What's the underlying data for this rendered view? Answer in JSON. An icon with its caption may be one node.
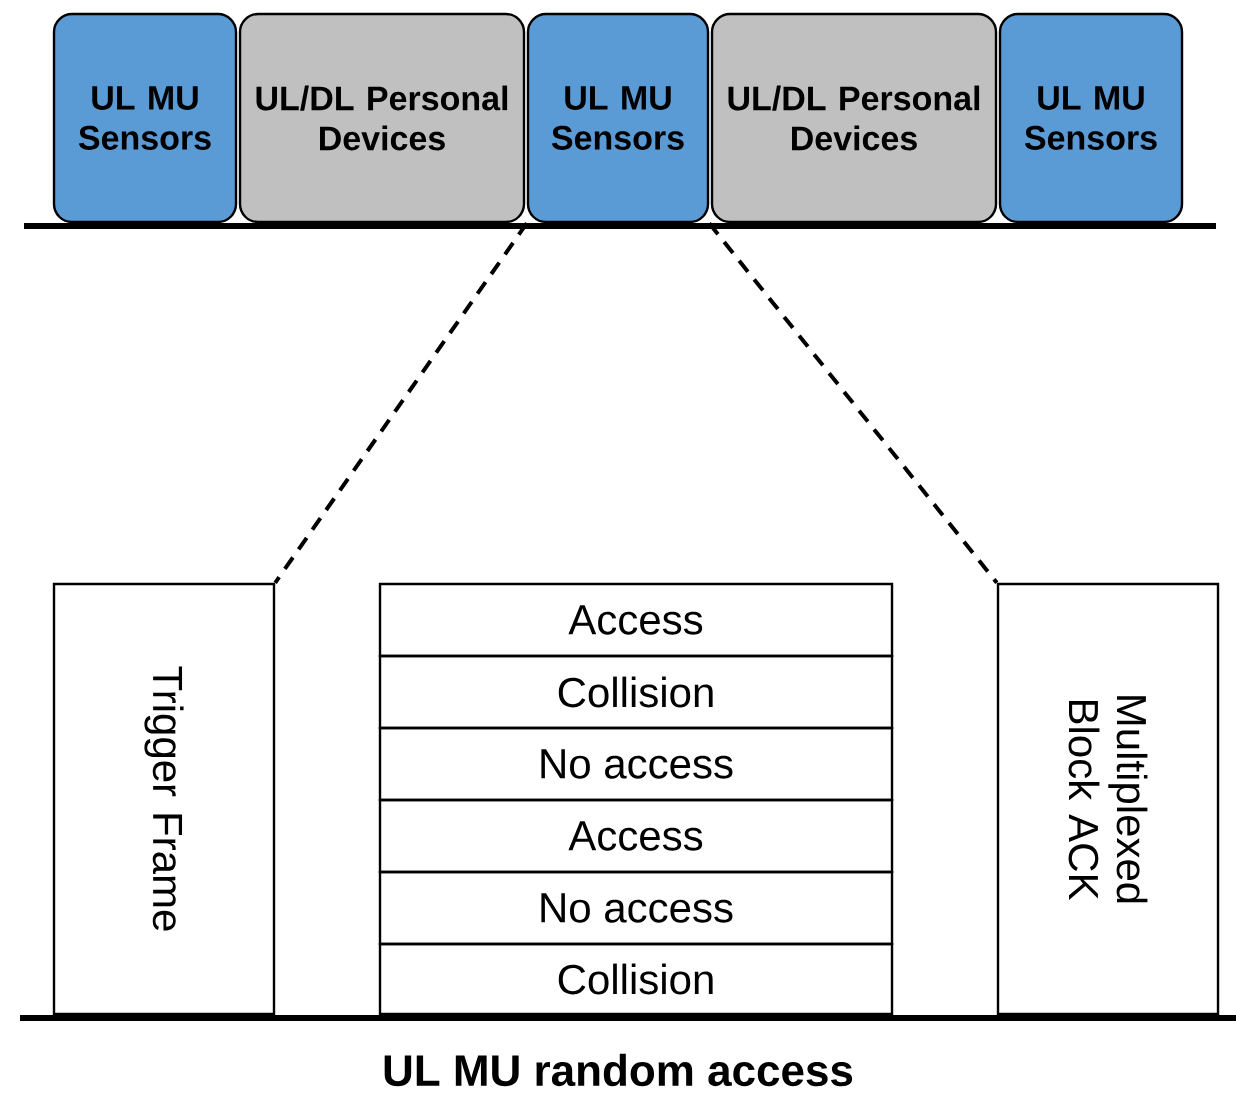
{
  "diagram": {
    "caption": "UL MU random access",
    "nodes": [
      {
        "text": [
          "UL MU Sensors"
        ]
      },
      {
        "text": [
          "UL/DL Personal Devices"
        ]
      },
      {
        "text": [
          "UL MU Sensors"
        ]
      },
      {
        "text": [
          "UL/DL Personal Devices"
        ]
      },
      {
        "text": [
          "UL MU Sensors"
        ]
      },
      {
        "text": [
          "Trigger Frame"
        ]
      },
      {
        "text": [
          "Access"
        ]
      },
      {
        "text": [
          "Collision"
        ]
      },
      {
        "text": [
          "No access"
        ]
      },
      {
        "text": [
          "Access"
        ]
      },
      {
        "text": [
          "No access"
        ]
      },
      {
        "text": [
          "Collision"
        ]
      },
      {
        "text": [
          "Multiplexed Block ACK"
        ]
      }
    ],
    "edges": [
      {
        "from": 2,
        "to": 5,
        "arrow": "none",
        "style": "dashed"
      },
      {
        "from": 2,
        "to": 12,
        "arrow": "none",
        "style": "dashed"
      }
    ]
  }
}
